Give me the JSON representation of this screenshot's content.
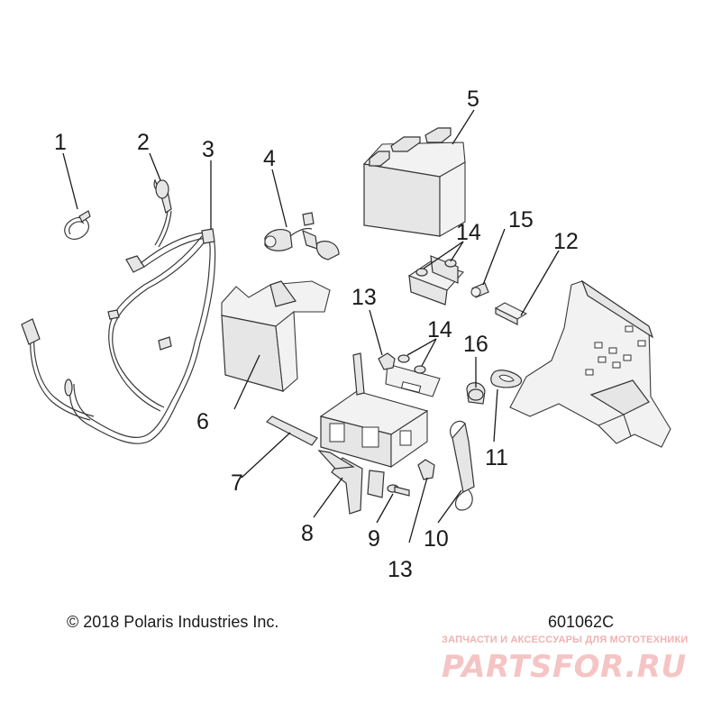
{
  "diagram": {
    "callouts": {
      "c1": "1",
      "c2": "2",
      "c3": "3",
      "c4": "4",
      "c5": "5",
      "c6": "6",
      "c7": "7",
      "c8": "8",
      "c9": "9",
      "c10": "10",
      "c11": "11",
      "c12": "12",
      "c13a": "13",
      "c13b": "13",
      "c14a": "14",
      "c14b": "14",
      "c15": "15",
      "c16": "16"
    }
  },
  "footer": {
    "copyright": "© 2018 Polaris Industries Inc.",
    "drawing_number": "601062C"
  },
  "watermark": {
    "tagline": "ЗАПЧАСТИ И АКСЕССУАРЫ ДЛЯ МОТОТЕХНИКИ",
    "logo": "PARTSFOR.RU"
  }
}
